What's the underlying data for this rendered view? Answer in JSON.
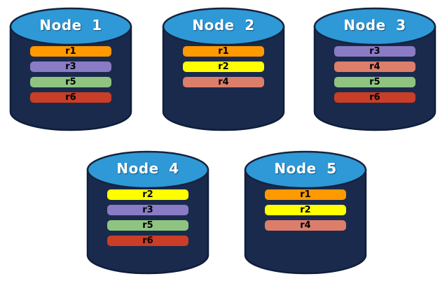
{
  "palette": {
    "page_background": "#FFFFFF",
    "cylinder_body": "#1A2A4C",
    "cylinder_outline": "#0F1E3C",
    "cylinder_top": "#2E99D6",
    "cylinder_top_outline": "#15233F",
    "node_title_color": "#FFFFFF",
    "partition_label_color": "#000000"
  },
  "partition_colors": {
    "r1": "#FF9900",
    "r2": "#FFFF00",
    "r3": "#8A7CC4",
    "r4": "#DD7E6B",
    "r5": "#8FC480",
    "r6": "#C93E27"
  },
  "nodes": [
    {
      "title": "Node 1",
      "partitions": [
        "r1",
        "r3",
        "r5",
        "r6"
      ]
    },
    {
      "title": "Node 2",
      "partitions": [
        "r1",
        "r2",
        "r4"
      ]
    },
    {
      "title": "Node 3",
      "partitions": [
        "r3",
        "r4",
        "r5",
        "r6"
      ]
    },
    {
      "title": "Node 4",
      "partitions": [
        "r2",
        "r3",
        "r5",
        "r6"
      ]
    },
    {
      "title": "Node 5",
      "partitions": [
        "r1",
        "r2",
        "r4"
      ]
    }
  ]
}
